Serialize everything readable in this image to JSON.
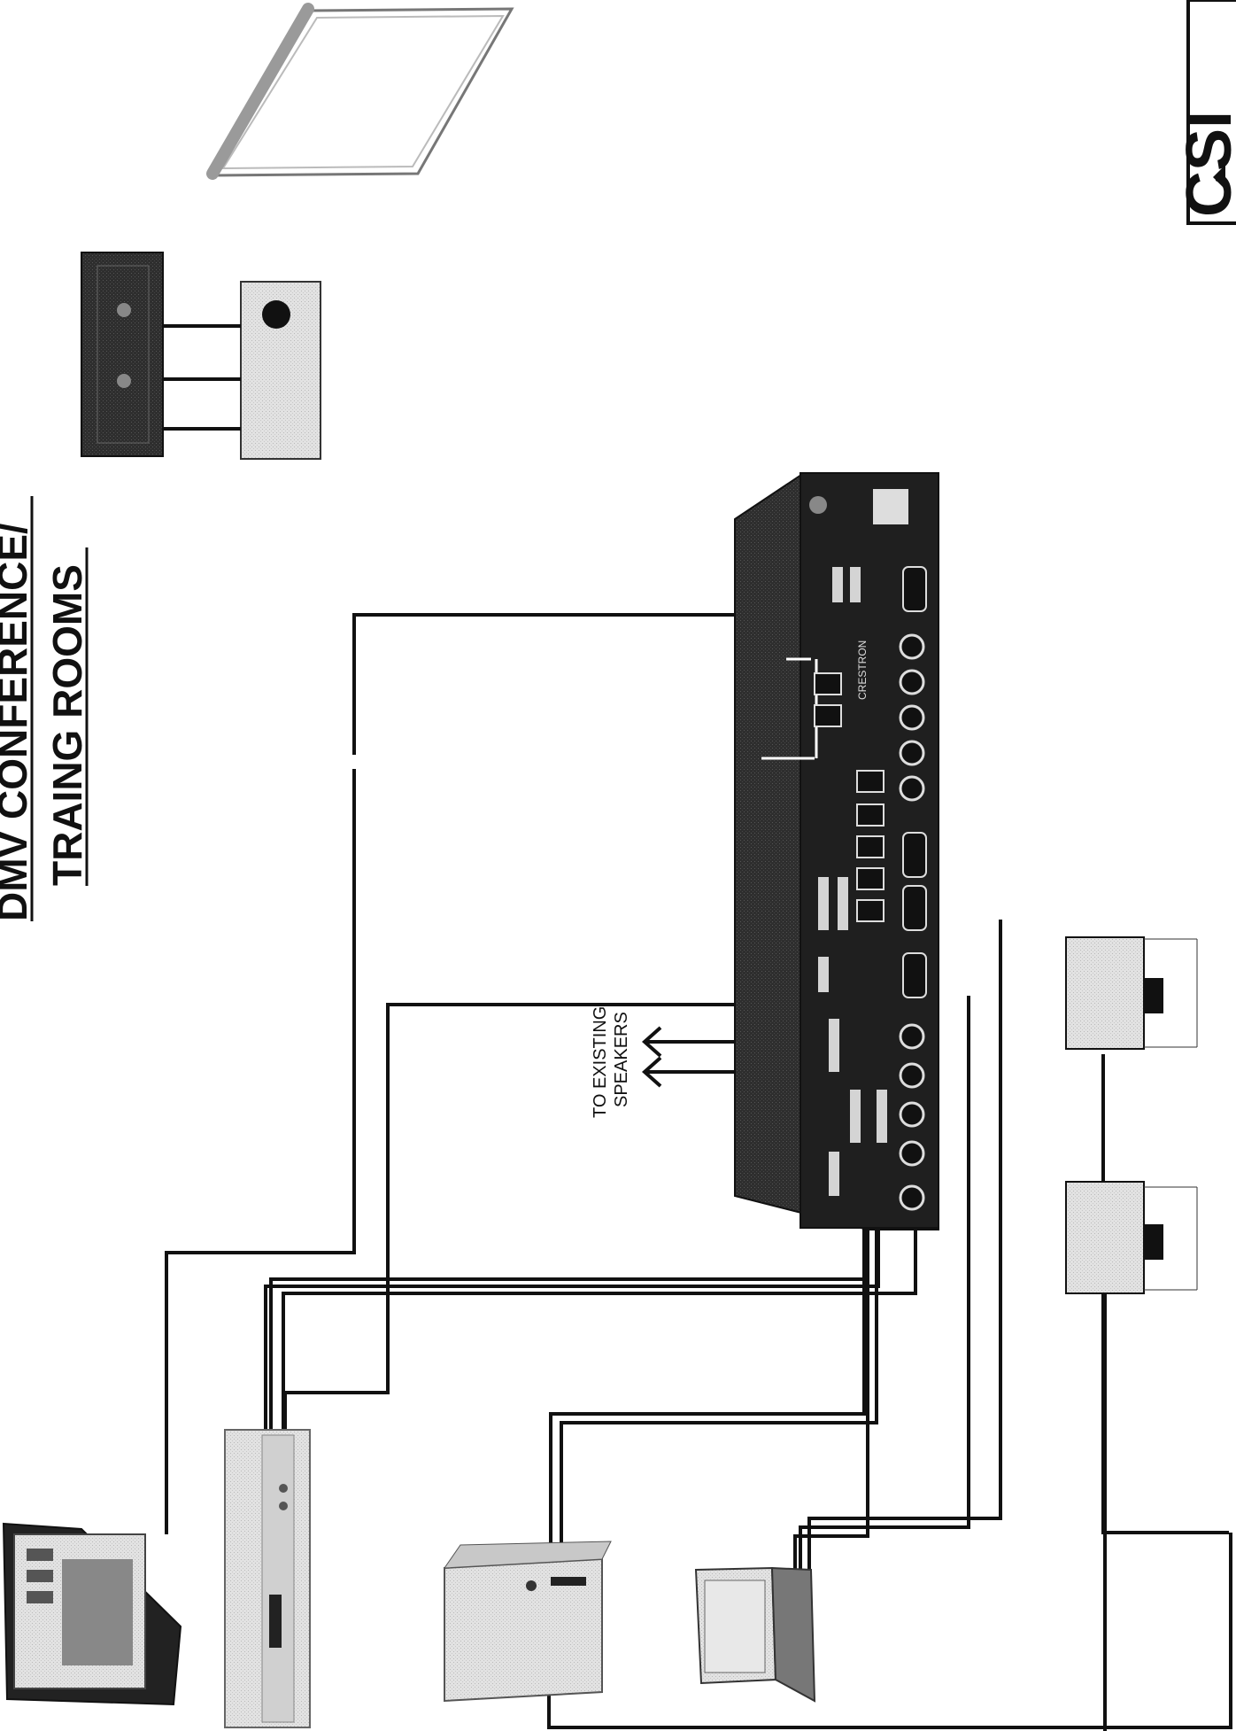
{
  "title": {
    "line1": "DMV CONFERENCE/",
    "line2": "TRAING ROOMS"
  },
  "speakers_note": {
    "line1": "TO EXISTING",
    "line2": "SPEAKERS"
  },
  "logo": {
    "text": "CSI"
  },
  "rack": {
    "brand": "CRESTRON"
  },
  "colors": {
    "wire": "#111111",
    "device_dark": "#2a2a2a",
    "device_light": "#d8d8d8",
    "paper": "#ffffff"
  },
  "icons": [
    "touch-panel-icon",
    "dvd-vcr-icon",
    "desktop-pc-icon",
    "laptop-icon",
    "camera-icon",
    "projector-icon",
    "projection-screen-icon",
    "control-rack-icon",
    "wall-plate-icon"
  ]
}
